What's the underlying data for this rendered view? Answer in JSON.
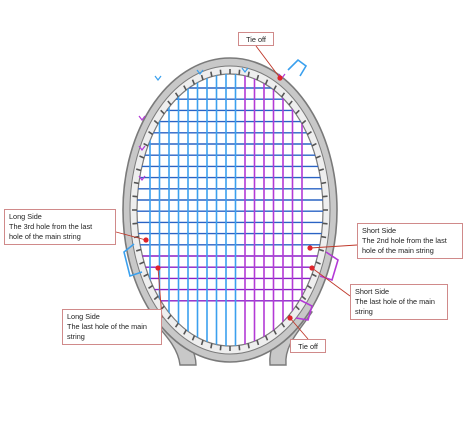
{
  "colors": {
    "frame_outer": "#c8c8c8",
    "frame_inner": "#eeeeee",
    "frame_edge": "#7a7a7a",
    "grommet": "#555555",
    "main_string_blue": "#3aa0ee",
    "main_string_purple": "#b33ad6",
    "cross_string_blue": "#2a63c4",
    "cross_string_purple": "#8a1fc7",
    "marker_red": "#e0242a",
    "callout_border": "#d08a8a",
    "leader_line": "#c0392b"
  },
  "callouts": {
    "tie_off_top": "Tie off",
    "long_side_3rd": {
      "line1": "Long Side",
      "line2": "The 3rd hole from the last",
      "line3": "hole of the main string"
    },
    "short_side_2nd": {
      "line1": "Short Side",
      "line2": "The 2nd hole from the last",
      "line3": "hole of the main string"
    },
    "short_side_last": {
      "line1": "Short Side",
      "line2": "The last hole of the main",
      "line3": "string"
    },
    "long_side_last": {
      "line1": "Long Side",
      "line2": "The last hole of the main",
      "line3": "string"
    },
    "tie_off_bottom": "Tie off"
  }
}
